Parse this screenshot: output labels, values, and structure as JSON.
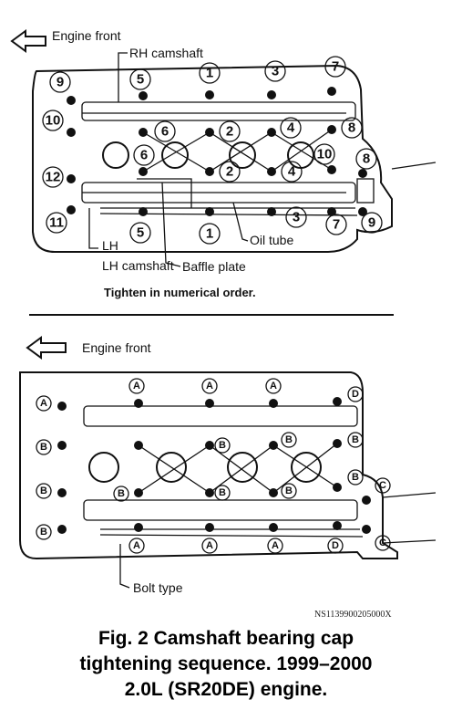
{
  "top_diagram": {
    "engine_front": "Engine front",
    "rh_camshaft": "RH camshaft",
    "lh_camshaft": "LH camshaft",
    "baffle_plate": "Baffle plate",
    "oil_tube": "Oil tube",
    "instruction": "Tighten in numerical order.",
    "sequence_numbers": [
      "1",
      "2",
      "3",
      "4",
      "5",
      "6",
      "7",
      "8",
      "9",
      "10",
      "11",
      "12"
    ]
  },
  "bottom_diagram": {
    "engine_front": "Engine front",
    "bolt_type": "Bolt type",
    "bolt_letters": [
      "A",
      "B",
      "C",
      "D"
    ]
  },
  "reference_code": "NS1139900205000X",
  "caption": {
    "line1": "Fig. 2   Camshaft bearing cap",
    "line2": "tightening sequence. 1999–2000",
    "line3": "2.0L (SR20DE) engine."
  }
}
